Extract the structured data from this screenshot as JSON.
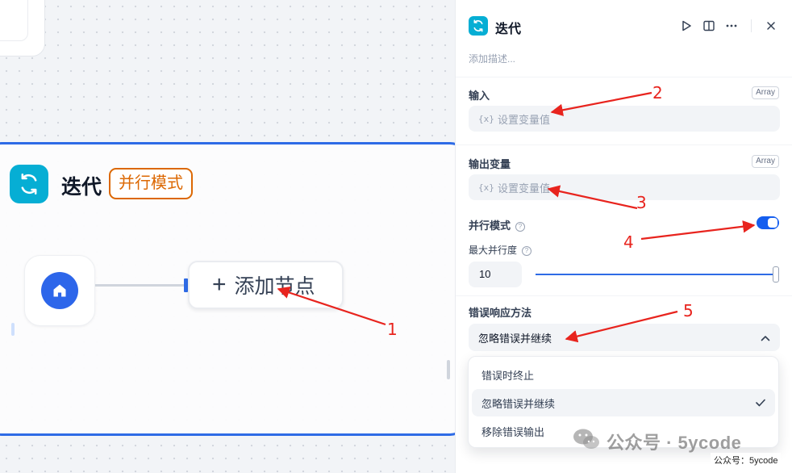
{
  "canvas": {
    "iteration_node": {
      "title": "迭代",
      "badge": "并行模式"
    },
    "add_node_label": "添加节点"
  },
  "panel": {
    "title": "迭代",
    "description_placeholder": "添加描述...",
    "input": {
      "label": "输入",
      "type": "Array",
      "var_prefix": "{x}",
      "placeholder": "设置变量值"
    },
    "output": {
      "label": "输出变量",
      "type": "Array",
      "var_prefix": "{x}",
      "placeholder": "设置变量值"
    },
    "parallel": {
      "label": "并行模式",
      "enabled": true,
      "max_label": "最大并行度",
      "max_value": "10",
      "slider_fraction": 1.0
    },
    "error": {
      "label": "错误响应方法",
      "selected": "忽略错误并继续",
      "options": [
        "错误时终止",
        "忽略错误并继续",
        "移除错误输出"
      ]
    }
  },
  "annotations": [
    "1",
    "2",
    "3",
    "4",
    "5"
  ],
  "watermark": {
    "main": "公众号 · 5ycode",
    "small": "公众号：5ycode"
  },
  "colors": {
    "accent_blue": "#2e6be6",
    "iteration_icon": "#06aed4",
    "badge_orange": "#dc6803",
    "annotation_red": "#e8241e"
  }
}
